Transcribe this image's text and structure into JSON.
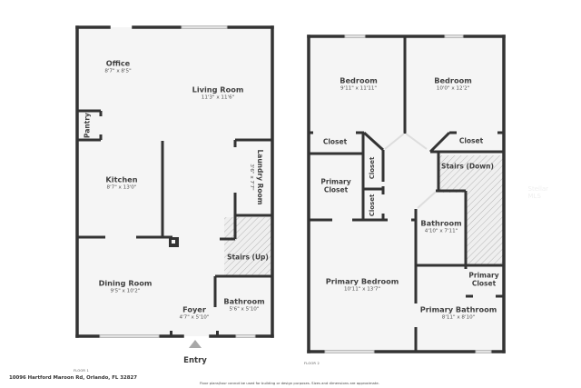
{
  "floor1": {
    "label": "FLOOR 1",
    "rooms": [
      {
        "name": "Office",
        "dims": "8'7\" x 8'5\""
      },
      {
        "name": "Living Room",
        "dims": "11'3\" x 11'6\""
      },
      {
        "name": "Pantry",
        "dims": ""
      },
      {
        "name": "Kitchen",
        "dims": "8'7\" x 13'0\""
      },
      {
        "name": "Laundry Room",
        "dims": "3'6\" x 7'7\""
      },
      {
        "name": "Stairs (Up)",
        "dims": ""
      },
      {
        "name": "Dining Room",
        "dims": "9'5\" x 10'2\""
      },
      {
        "name": "Foyer",
        "dims": "4'7\" x 5'10\""
      },
      {
        "name": "Bathroom",
        "dims": "5'6\" x 5'10\""
      }
    ],
    "entry_label": "Entry"
  },
  "floor2": {
    "label": "FLOOR 2",
    "rooms": [
      {
        "name": "Bedroom",
        "dims": "9'11\" x 11'11\""
      },
      {
        "name": "Bedroom",
        "dims": "10'0\" x 12'2\""
      },
      {
        "name": "Closet",
        "dims": ""
      },
      {
        "name": "Closet",
        "dims": ""
      },
      {
        "name": "Primary Closet",
        "dims": ""
      },
      {
        "name": "Closet",
        "dims": ""
      },
      {
        "name": "Closet",
        "dims": ""
      },
      {
        "name": "Stairs (Down)",
        "dims": ""
      },
      {
        "name": "Bathroom",
        "dims": "4'10\" x 7'11\""
      },
      {
        "name": "Primary Bedroom",
        "dims": "10'11\" x 13'7\""
      },
      {
        "name": "Primary Closet",
        "dims": ""
      },
      {
        "name": "Primary Bathroom",
        "dims": "8'11\" x 8'10\""
      }
    ]
  },
  "footer": {
    "address": "10096 Hartford Maroon Rd, Orlando, FL 32827",
    "disclaimer": "Floor plans/tour cannot be used for building or design purposes. Sizes and dimensions are approximate.",
    "watermark": "Stellar MLS"
  },
  "colors": {
    "wall": "#333333",
    "floor": "#f5f5f5",
    "window": "#d9d9d9",
    "stairs_hatch": "#9a9a9a"
  }
}
